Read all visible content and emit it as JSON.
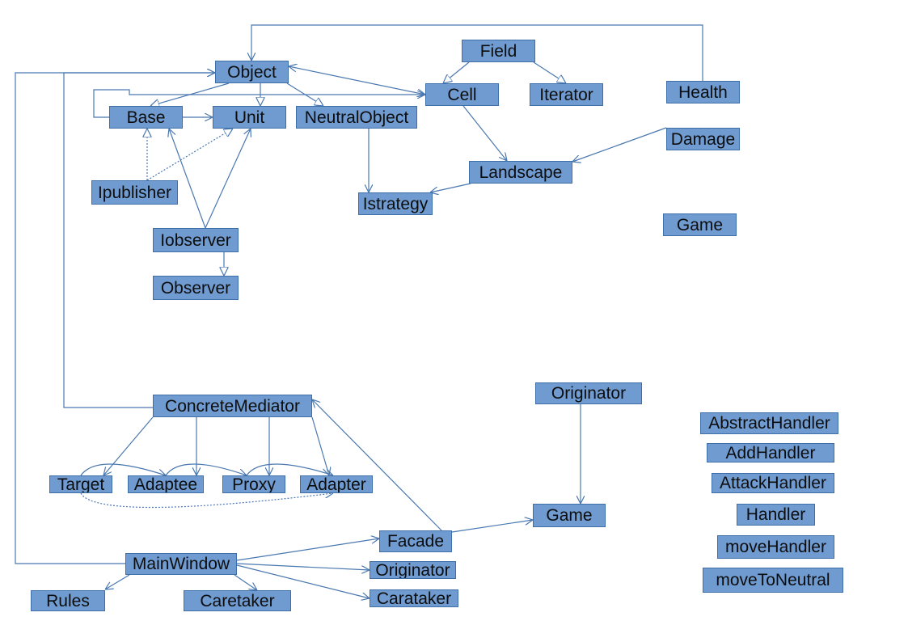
{
  "diagram": {
    "colors": {
      "node_fill": "#6f9bd1",
      "node_border": "#3f6fa8",
      "edge": "#4a78b0",
      "text": "#0d0d0d"
    },
    "nodes": [
      {
        "id": "object",
        "label": "Object"
      },
      {
        "id": "base",
        "label": "Base"
      },
      {
        "id": "unit",
        "label": "Unit"
      },
      {
        "id": "neutralobject",
        "label": "NeutralObject"
      },
      {
        "id": "field",
        "label": "Field"
      },
      {
        "id": "cell",
        "label": "Cell"
      },
      {
        "id": "iterator",
        "label": "Iterator"
      },
      {
        "id": "health",
        "label": "Health"
      },
      {
        "id": "damage",
        "label": "Damage"
      },
      {
        "id": "landscape",
        "label": "Landscape"
      },
      {
        "id": "istrategy",
        "label": "Istrategy"
      },
      {
        "id": "game-top",
        "label": "Game"
      },
      {
        "id": "ipublisher",
        "label": "Ipublisher"
      },
      {
        "id": "iobserver",
        "label": "Iobserver"
      },
      {
        "id": "observer",
        "label": "Observer"
      },
      {
        "id": "concretemediator",
        "label": "ConcreteMediator"
      },
      {
        "id": "target",
        "label": "Target"
      },
      {
        "id": "adaptee",
        "label": "Adaptee"
      },
      {
        "id": "proxy",
        "label": "Proxy"
      },
      {
        "id": "adapter",
        "label": "Adapter"
      },
      {
        "id": "originator-top",
        "label": "Originator"
      },
      {
        "id": "game-mid",
        "label": "Game"
      },
      {
        "id": "facade",
        "label": "Facade"
      },
      {
        "id": "mainwindow",
        "label": "MainWindow"
      },
      {
        "id": "originator-bottom",
        "label": "Originator"
      },
      {
        "id": "carataker",
        "label": "Carataker"
      },
      {
        "id": "rules",
        "label": "Rules"
      },
      {
        "id": "caretaker",
        "label": "Caretaker"
      },
      {
        "id": "abstracthandler",
        "label": "AbstractHandler"
      },
      {
        "id": "addhandler",
        "label": "AddHandler"
      },
      {
        "id": "attackhandler",
        "label": "AttackHandler"
      },
      {
        "id": "handler",
        "label": "Handler"
      },
      {
        "id": "movehandler",
        "label": "moveHandler"
      },
      {
        "id": "movetoneutral",
        "label": "moveToNeutral"
      }
    ],
    "edges": [
      {
        "from": "health",
        "to": "object",
        "style": "solid",
        "head": "open"
      },
      {
        "from": "object",
        "to": "base",
        "style": "solid",
        "head": "hollow"
      },
      {
        "from": "object",
        "to": "unit",
        "style": "solid",
        "head": "hollow"
      },
      {
        "from": "object",
        "to": "neutralobject",
        "style": "solid",
        "head": "hollow"
      },
      {
        "from": "object",
        "to": "cell",
        "style": "solid",
        "head": "open-both"
      },
      {
        "from": "base",
        "to": "cell",
        "style": "solid",
        "head": "open"
      },
      {
        "from": "base",
        "to": "unit",
        "style": "solid",
        "head": "open"
      },
      {
        "from": "field",
        "to": "cell",
        "style": "solid",
        "head": "hollow"
      },
      {
        "from": "field",
        "to": "iterator",
        "style": "solid",
        "head": "hollow"
      },
      {
        "from": "cell",
        "to": "landscape",
        "style": "solid",
        "head": "open"
      },
      {
        "from": "damage",
        "to": "landscape",
        "style": "solid",
        "head": "open"
      },
      {
        "from": "landscape",
        "to": "istrategy",
        "style": "solid",
        "head": "open"
      },
      {
        "from": "neutralobject",
        "to": "istrategy",
        "style": "solid",
        "head": "open"
      },
      {
        "from": "ipublisher",
        "to": "base",
        "style": "dotted",
        "head": "hollow"
      },
      {
        "from": "ipublisher",
        "to": "unit",
        "style": "dotted",
        "head": "hollow"
      },
      {
        "from": "iobserver",
        "to": "base",
        "style": "solid",
        "head": "open"
      },
      {
        "from": "iobserver",
        "to": "unit",
        "style": "solid",
        "head": "open"
      },
      {
        "from": "iobserver",
        "to": "observer",
        "style": "solid",
        "head": "hollow"
      },
      {
        "from": "concretemediator",
        "to": "object",
        "style": "solid",
        "head": "open"
      },
      {
        "from": "concretemediator",
        "to": "target",
        "style": "solid",
        "head": "open"
      },
      {
        "from": "concretemediator",
        "to": "adaptee",
        "style": "solid",
        "head": "open"
      },
      {
        "from": "concretemediator",
        "to": "proxy",
        "style": "solid",
        "head": "open"
      },
      {
        "from": "concretemediator",
        "to": "adapter",
        "style": "solid",
        "head": "open"
      },
      {
        "from": "target",
        "to": "adaptee",
        "style": "solid",
        "head": "open"
      },
      {
        "from": "adaptee",
        "to": "proxy",
        "style": "solid",
        "head": "open"
      },
      {
        "from": "proxy",
        "to": "adapter",
        "style": "solid",
        "head": "open"
      },
      {
        "from": "target",
        "to": "adapter",
        "style": "dotted",
        "head": "open"
      },
      {
        "from": "originator-top",
        "to": "game-mid",
        "style": "solid",
        "head": "open"
      },
      {
        "from": "facade",
        "to": "game-mid",
        "style": "solid",
        "head": "open"
      },
      {
        "from": "facade",
        "to": "concretemediator",
        "style": "solid",
        "head": "open"
      },
      {
        "from": "mainwindow",
        "to": "facade",
        "style": "solid",
        "head": "open"
      },
      {
        "from": "mainwindow",
        "to": "originator-bottom",
        "style": "solid",
        "head": "open"
      },
      {
        "from": "mainwindow",
        "to": "carataker",
        "style": "solid",
        "head": "open"
      },
      {
        "from": "mainwindow",
        "to": "rules",
        "style": "solid",
        "head": "open"
      },
      {
        "from": "mainwindow",
        "to": "caretaker",
        "style": "solid",
        "head": "open"
      },
      {
        "from": "mainwindow",
        "to": "object",
        "style": "solid",
        "head": "open"
      }
    ]
  }
}
